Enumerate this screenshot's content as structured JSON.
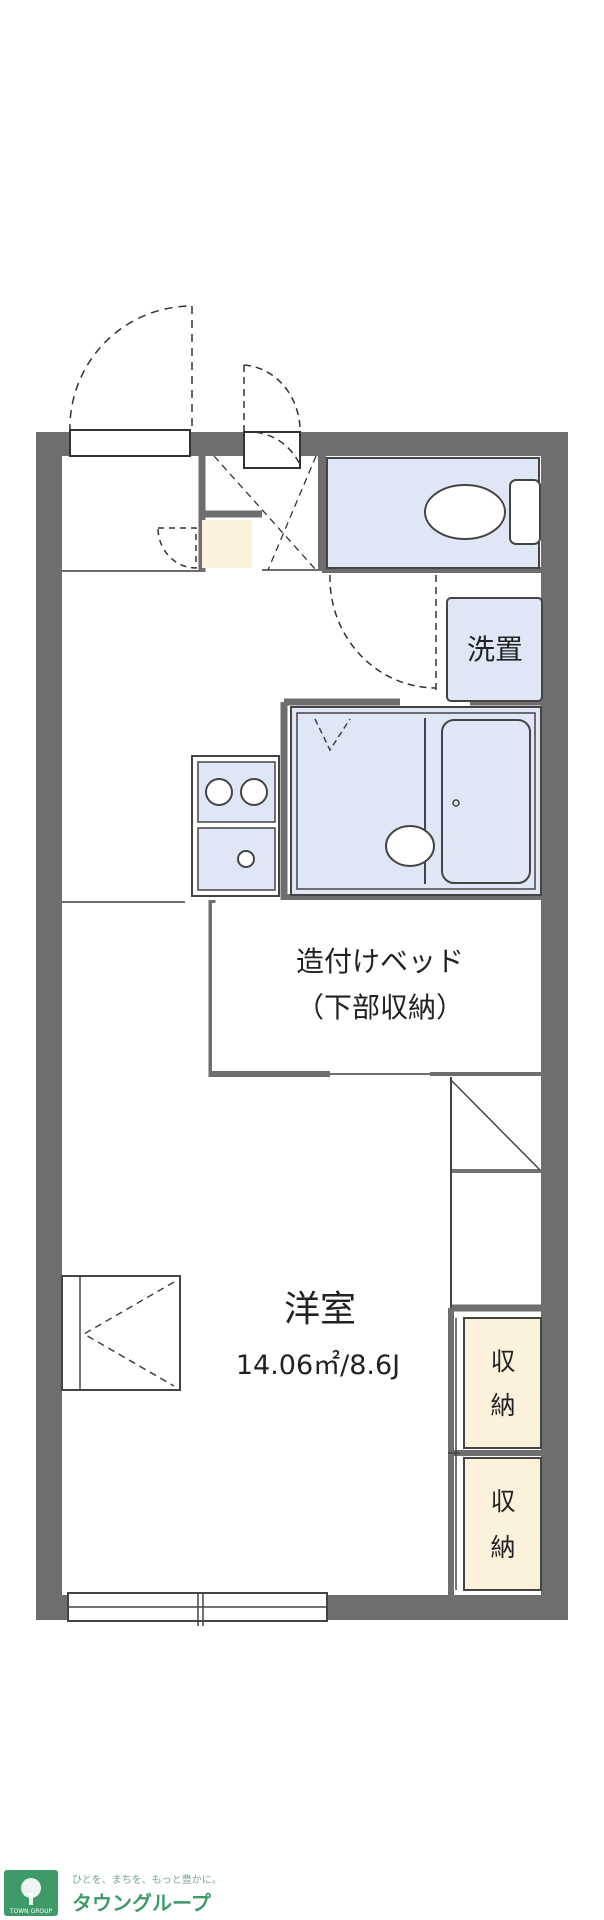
{
  "rooms": {
    "western_room_name": "洋室",
    "western_room_area": "14.06㎡/8.6J",
    "bed_line1": "造付けベッド",
    "bed_line2": "（下部収納）",
    "laundry": "洗置",
    "storage1_line1": "収",
    "storage1_line2": "納",
    "storage2_line1": "収",
    "storage2_line2": "納"
  },
  "logo": {
    "tagline": "ひとを、まちを、もっと豊かに。",
    "name": "タウングループ",
    "mark_text": "TOWN GROUP"
  },
  "colors": {
    "wall": "#6e6e70",
    "wet_area": "#dfe7f7",
    "storage": "#fcf2dc",
    "logo_green": "#3f9a6a"
  }
}
